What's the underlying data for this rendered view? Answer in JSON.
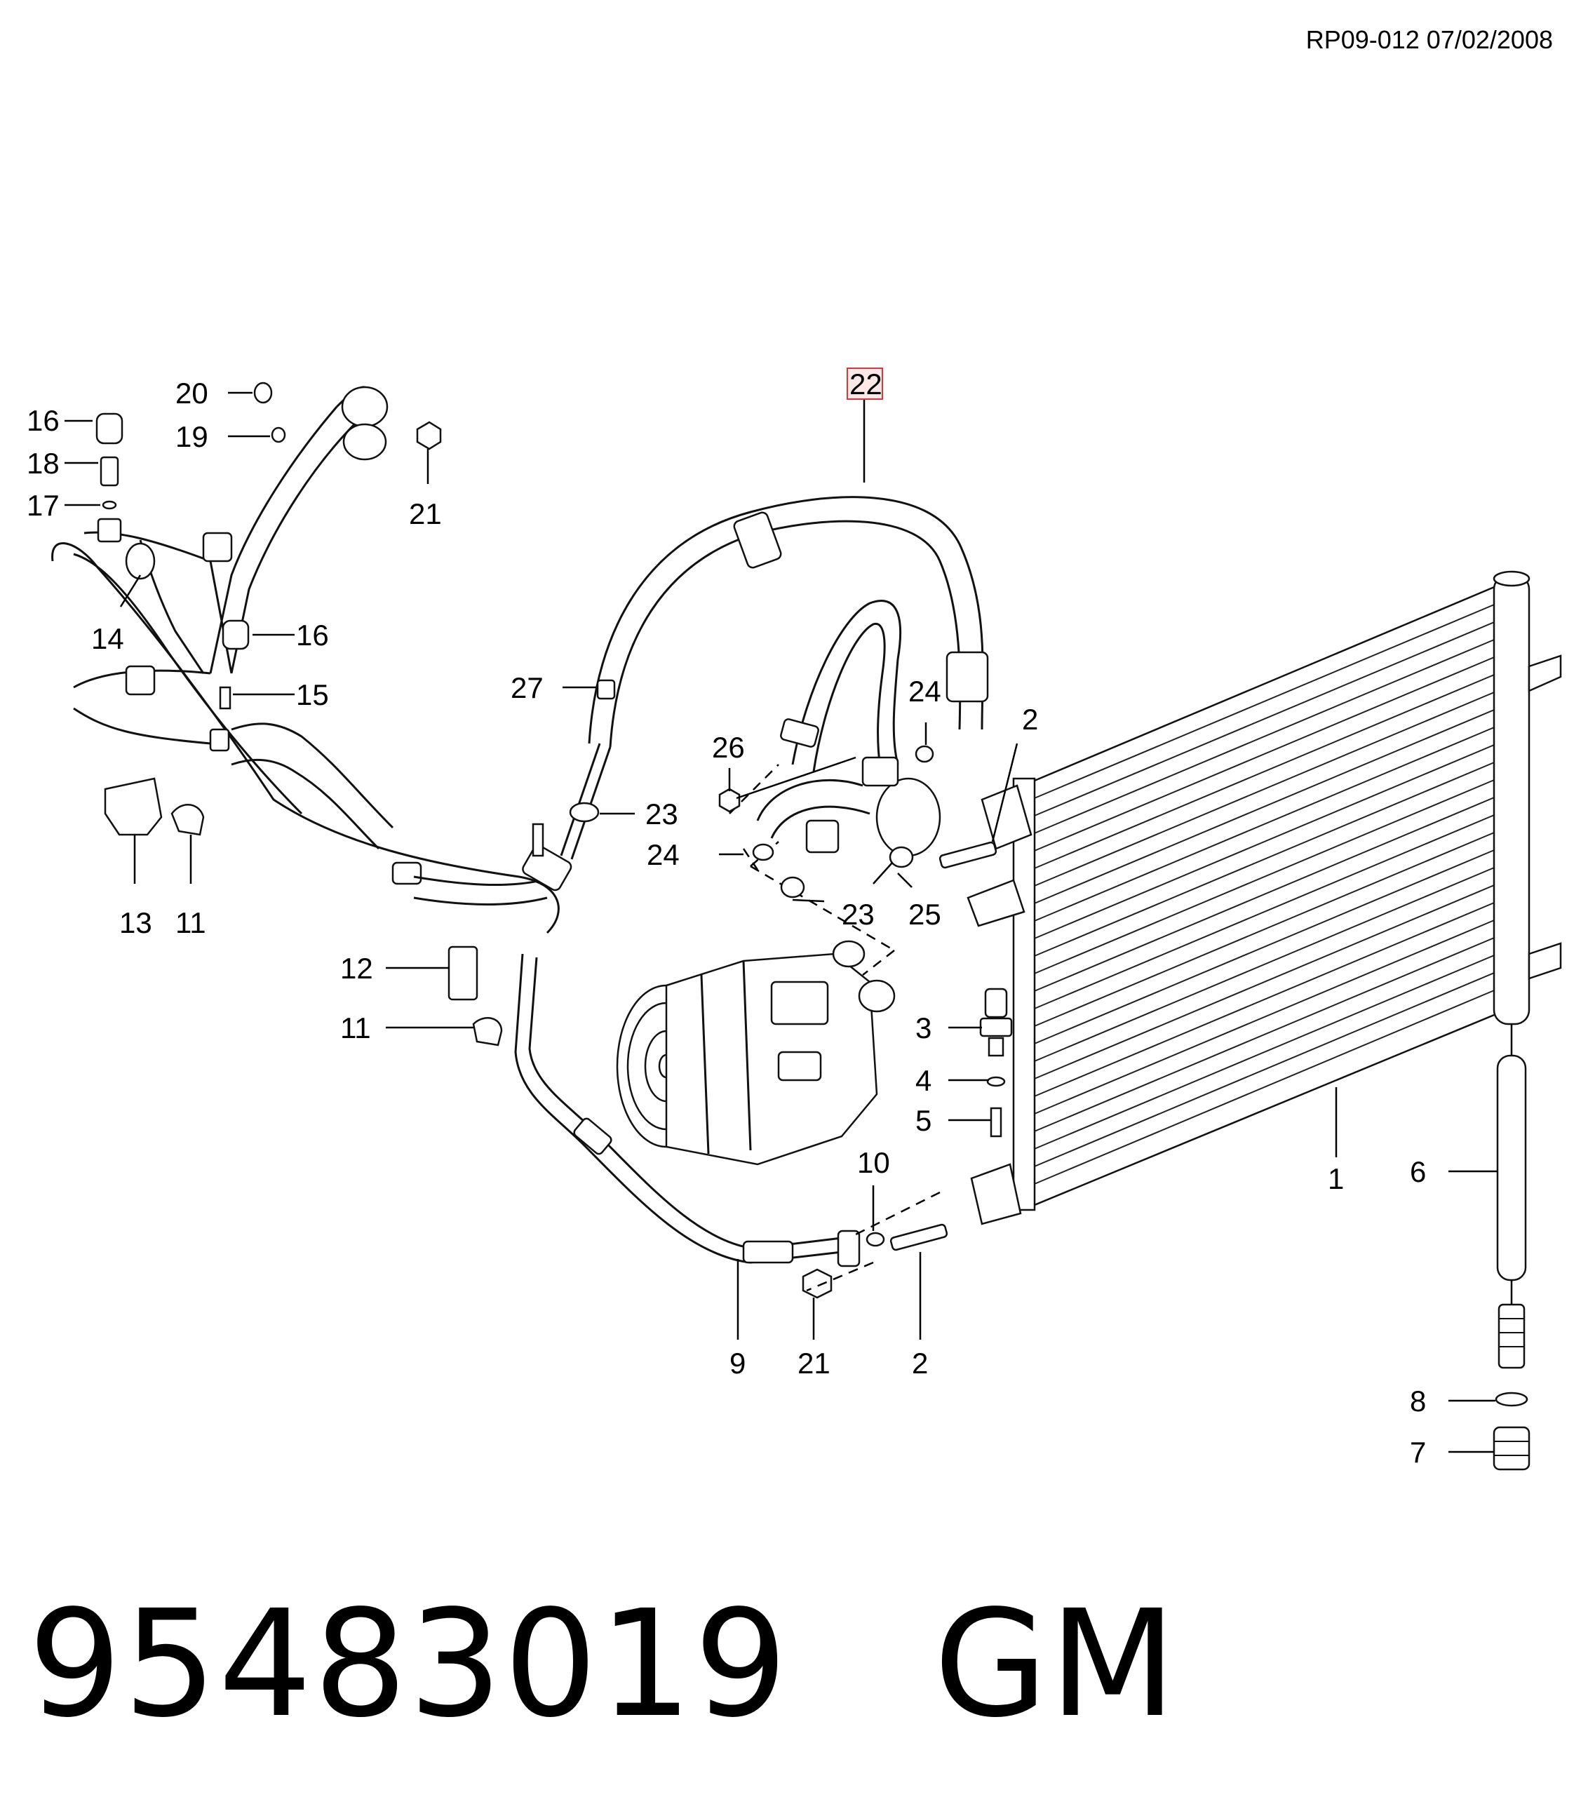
{
  "header": {
    "ref": "RP09-012 07/02/2008"
  },
  "part_number": "95483019",
  "brand": "GM",
  "callouts": {
    "c22": "22",
    "c16a": "16",
    "c18": "18",
    "c17": "17",
    "c14": "14",
    "c20": "20",
    "c19": "19",
    "c21a": "21",
    "c16b": "16",
    "c15": "15",
    "c13": "13",
    "c11a": "11",
    "c27": "27",
    "c23a": "23",
    "c26": "26",
    "c24a": "24",
    "c24b": "24",
    "c23b": "23",
    "c25": "25",
    "c2a": "2",
    "c12": "12",
    "c11b": "11",
    "c3": "3",
    "c4": "4",
    "c5": "5",
    "c10": "10",
    "c9": "9",
    "c21b": "21",
    "c2b": "2",
    "c1": "1",
    "c6": "6",
    "c8": "8",
    "c7": "7"
  },
  "highlight_color": "#d9383a"
}
